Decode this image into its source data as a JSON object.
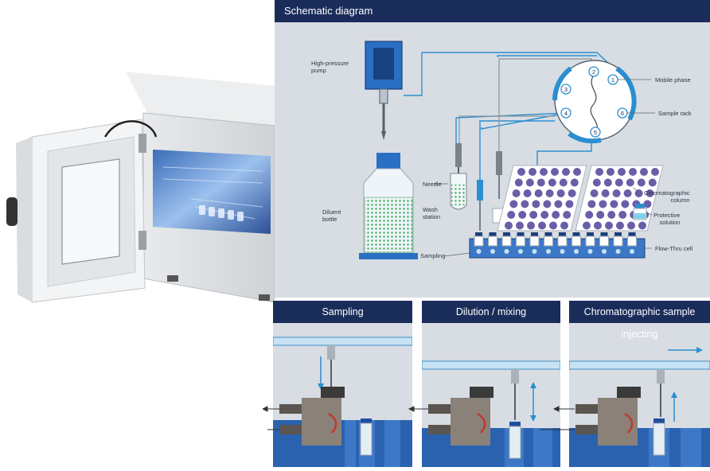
{
  "schematic": {
    "title": "Schematic diagram",
    "labels": {
      "pump": [
        "High-pressure",
        "pump"
      ],
      "diluent": [
        "Diluent",
        "bottle"
      ],
      "needle": "Needle",
      "wash": [
        "Wash",
        "station"
      ],
      "sampling": "Sampling",
      "mobile_phase": "Mobile phase",
      "sample_rack": "Sample rack",
      "column": [
        "Chromatographic",
        "column"
      ],
      "protective": [
        "Protective",
        "solution"
      ],
      "flow_cell": "Flow-Thru cell"
    },
    "valve_ports": [
      "1",
      "2",
      "3",
      "4",
      "5",
      "6"
    ]
  },
  "steps": [
    {
      "title": "Sampling"
    },
    {
      "title": "Dilution / mixing"
    },
    {
      "title": "Chromatographic sample injecting"
    }
  ],
  "colors": {
    "header": "#1a2d5a",
    "panel": "#d8dde3",
    "accent": "#2a8fd0",
    "vial": "#6b5ea8",
    "liquid": "#7fd28a"
  }
}
